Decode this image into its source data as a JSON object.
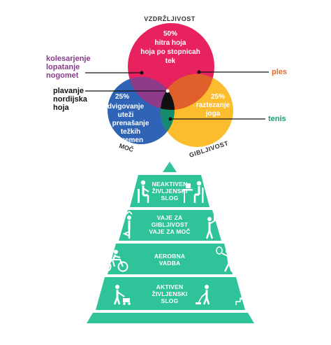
{
  "colors": {
    "endurance": "#e8225f",
    "strength": "#2f63b5",
    "flexibility": "#fbbc2d",
    "overlap_endurance_strength": "#8e3b8a",
    "overlap_endurance_flexibility": "#e0602b",
    "overlap_strength_flexibility": "#148a6e",
    "center": "#111111",
    "pyramid": "#2fc39a",
    "pyramid_dark": "#1e9d7b",
    "purple_label": "#8a3a8c",
    "orange_label": "#e36a2b",
    "green_label": "#1a9a74"
  },
  "venn": {
    "endurance": {
      "title": "VZDRŽLJIVOST",
      "percent": "50%",
      "lines": [
        "hitra hoja",
        "hoja po stopnicah",
        "tek"
      ]
    },
    "strength": {
      "title": "MOČ",
      "percent": "25%",
      "lines": [
        "dvigovanje",
        "uteži",
        "prenašanje",
        "težkih",
        "bremen"
      ]
    },
    "flexibility": {
      "title": "GIBLJIVOST",
      "percent": "25%",
      "lines": [
        "raztezanje",
        "joga"
      ]
    },
    "left_label": [
      "kolesarjenje",
      "lopatanje",
      "nogomet"
    ],
    "center_label": [
      "plavanje",
      "nordijska",
      "hoja"
    ],
    "right_top_label": "ples",
    "right_bottom_label": "tenis"
  },
  "pyramid": {
    "tiers": [
      {
        "lines": [
          "NEAKTIVEN",
          "ŽIVLJENSKI",
          "SLOG"
        ],
        "icons": [
          "seated-person-icon",
          "desk-worker-icon"
        ]
      },
      {
        "lines": [
          "VAJE ZA",
          "GIBLJIVOST",
          "VAJE ZA MOČ"
        ],
        "icons": [
          "yoga-pose-icon",
          "weightlifter-icon"
        ]
      },
      {
        "lines": [
          "AEROBNA",
          "VADBA"
        ],
        "icons": [
          "cyclist-icon",
          "tennis-player-icon"
        ]
      },
      {
        "lines": [
          "AKTIVEN",
          "ŽIVLJENSKI",
          "SLOG"
        ],
        "icons": [
          "walker-icon",
          "lawnmower-icon",
          "vacuum-icon",
          "stairs-climber-icon"
        ]
      }
    ]
  }
}
